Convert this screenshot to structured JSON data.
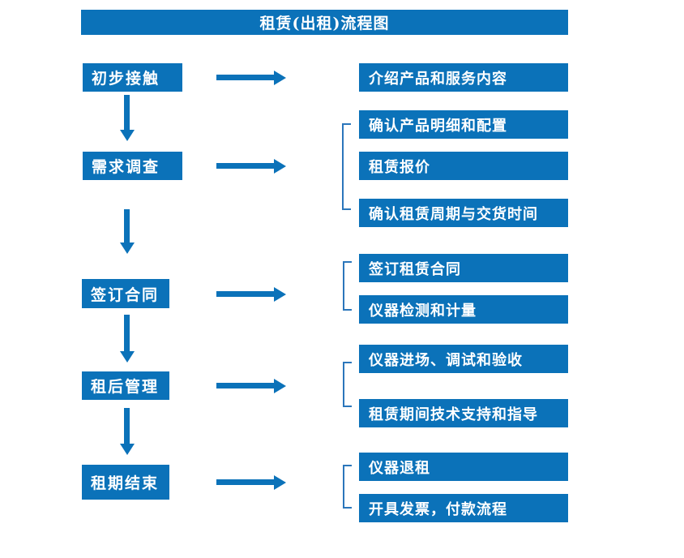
{
  "title": "租赁(出租)流程图",
  "colors": {
    "primary": "#0b72b9",
    "bracket": "#2b76bb",
    "text_on_primary": "#ffffff",
    "background": "#ffffff"
  },
  "stages": [
    {
      "label": "初步接触",
      "outputs": [
        "介绍产品和服务内容"
      ]
    },
    {
      "label": "需求调查",
      "outputs": [
        "确认产品明细和配置",
        "租赁报价",
        "确认租赁周期与交货时间"
      ]
    },
    {
      "label": "签订合同",
      "outputs": [
        "签订租赁合同",
        "仪器检测和计量"
      ]
    },
    {
      "label": "租后管理",
      "outputs": [
        "仪器进场、调试和验收",
        "租赁期间技术支持和指导"
      ]
    },
    {
      "label": "租期结束",
      "outputs": [
        "仪器退租",
        "开具发票，付款流程"
      ]
    }
  ]
}
